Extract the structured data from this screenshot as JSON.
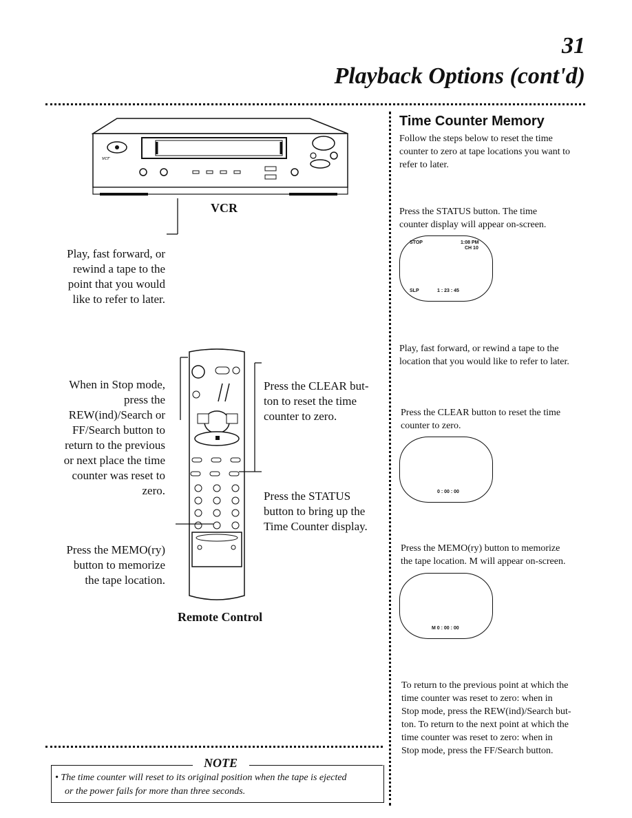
{
  "header": {
    "page_number": "31",
    "title": "Playback Options (cont'd)"
  },
  "left": {
    "vcr_label": "VCR",
    "vcr_caption": [
      "Play, fast forward, or",
      "rewind a tape to the",
      "point that you would",
      "like to refer to later."
    ],
    "stop_caption": [
      "When in Stop mode,",
      "press the",
      "REW(ind)/Search or",
      "FF/Search button to",
      "return to the previous",
      "or next place the time",
      "counter was reset to",
      "zero."
    ],
    "memo_caption": [
      "Press the MEMO(ry)",
      "button to memorize",
      "the tape location."
    ],
    "clear_caption": [
      "Press the CLEAR but-",
      "ton to reset the time",
      "counter to zero."
    ],
    "status_caption": [
      "Press the STATUS",
      "button to bring up the",
      "Time Counter display."
    ],
    "remote_label": "Remote Control"
  },
  "right": {
    "heading": "Time Counter Memory",
    "intro": [
      "Follow the steps below to reset the time",
      "counter to zero at tape locations you want to",
      "refer to later."
    ],
    "step1": [
      "Press the STATUS button.  The time",
      "counter display will appear on-screen."
    ],
    "screen1": {
      "stop": "STOP",
      "time": "1:08 PM",
      "channel": "CH 10",
      "speed": "SLP",
      "counter": "1 : 23 : 45"
    },
    "step2": [
      "Play, fast forward, or rewind a tape to the",
      "location that you would like to refer to later."
    ],
    "step3": [
      "Press the CLEAR button to reset the time",
      "counter to zero."
    ],
    "screen2": {
      "counter": "0 : 00 : 00"
    },
    "step4": [
      "Press the MEMO(ry) button to memorize",
      "the tape location.  M will appear on-screen."
    ],
    "screen3": {
      "counter": "M  0 : 00 : 00"
    },
    "step5": [
      "To return to the previous point at which the",
      "time counter was reset to zero: when in",
      "Stop mode, press the REW(ind)/Search but-",
      "ton.  To return to the next point at which the",
      "time counter was reset to zero: when in",
      "Stop mode, press the FF/Search button."
    ]
  },
  "note": {
    "title": "NOTE",
    "text": [
      "•  The time counter will reset to its original position when the tape is ejected",
      "   or the power fails for more than three seconds."
    ]
  }
}
